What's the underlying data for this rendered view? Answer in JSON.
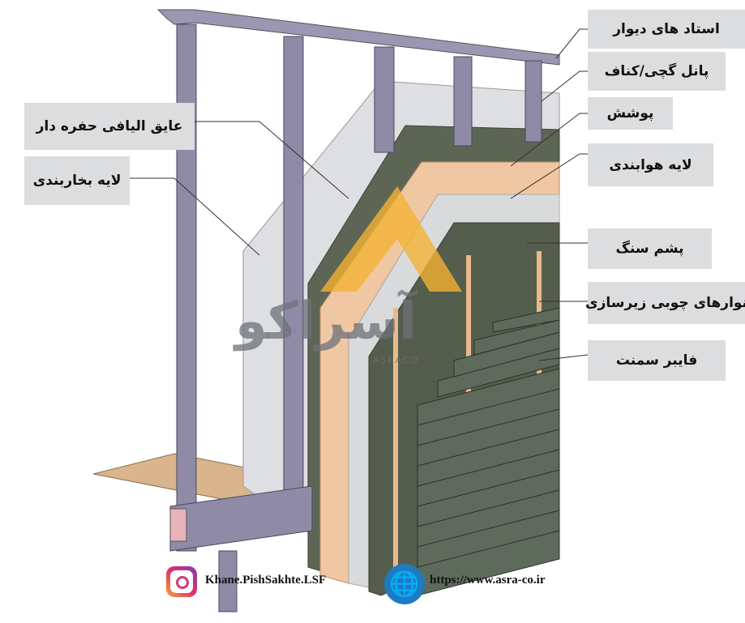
{
  "labels": {
    "wall_studs": "استاد های دیوار",
    "gypsum_panel": "پانل گچی/کناف",
    "sheathing": "پوشش",
    "air_barrier": "لایه هوابندی",
    "rock_wool": "پشم سنگ",
    "wood_furring_strips": "نوارهای چوبی زیرسازی",
    "fiber_cement": "فایبر سمنت",
    "cavity_fiber_insulation": "عایق الیافی حفره دار",
    "vapor_barrier": "لایه بخاربندی"
  },
  "watermark": {
    "logo_text": "آسراکو",
    "sub_text": "ASRACO"
  },
  "footer": {
    "instagram_handle": "Khane.PishSakhte.LSF",
    "website": "https://www.asra-co.ir"
  },
  "icons": {
    "instagram": "instagram-icon",
    "website": "globe-icon"
  },
  "colors": {
    "stud": "#8f8aa6",
    "sheathing": "#5d6654",
    "air_barrier": "#f0c7a3",
    "siding": "#5e6a5c",
    "label_bg": "#dcdddf",
    "logo_accent": "#f2b233"
  }
}
